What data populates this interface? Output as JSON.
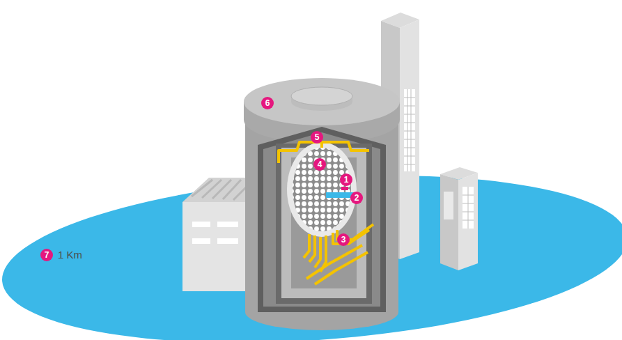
{
  "diagram": {
    "labels": [
      "1",
      "2",
      "3",
      "4",
      "5",
      "6",
      "7",
      "1 Km"
    ]
  }
}
